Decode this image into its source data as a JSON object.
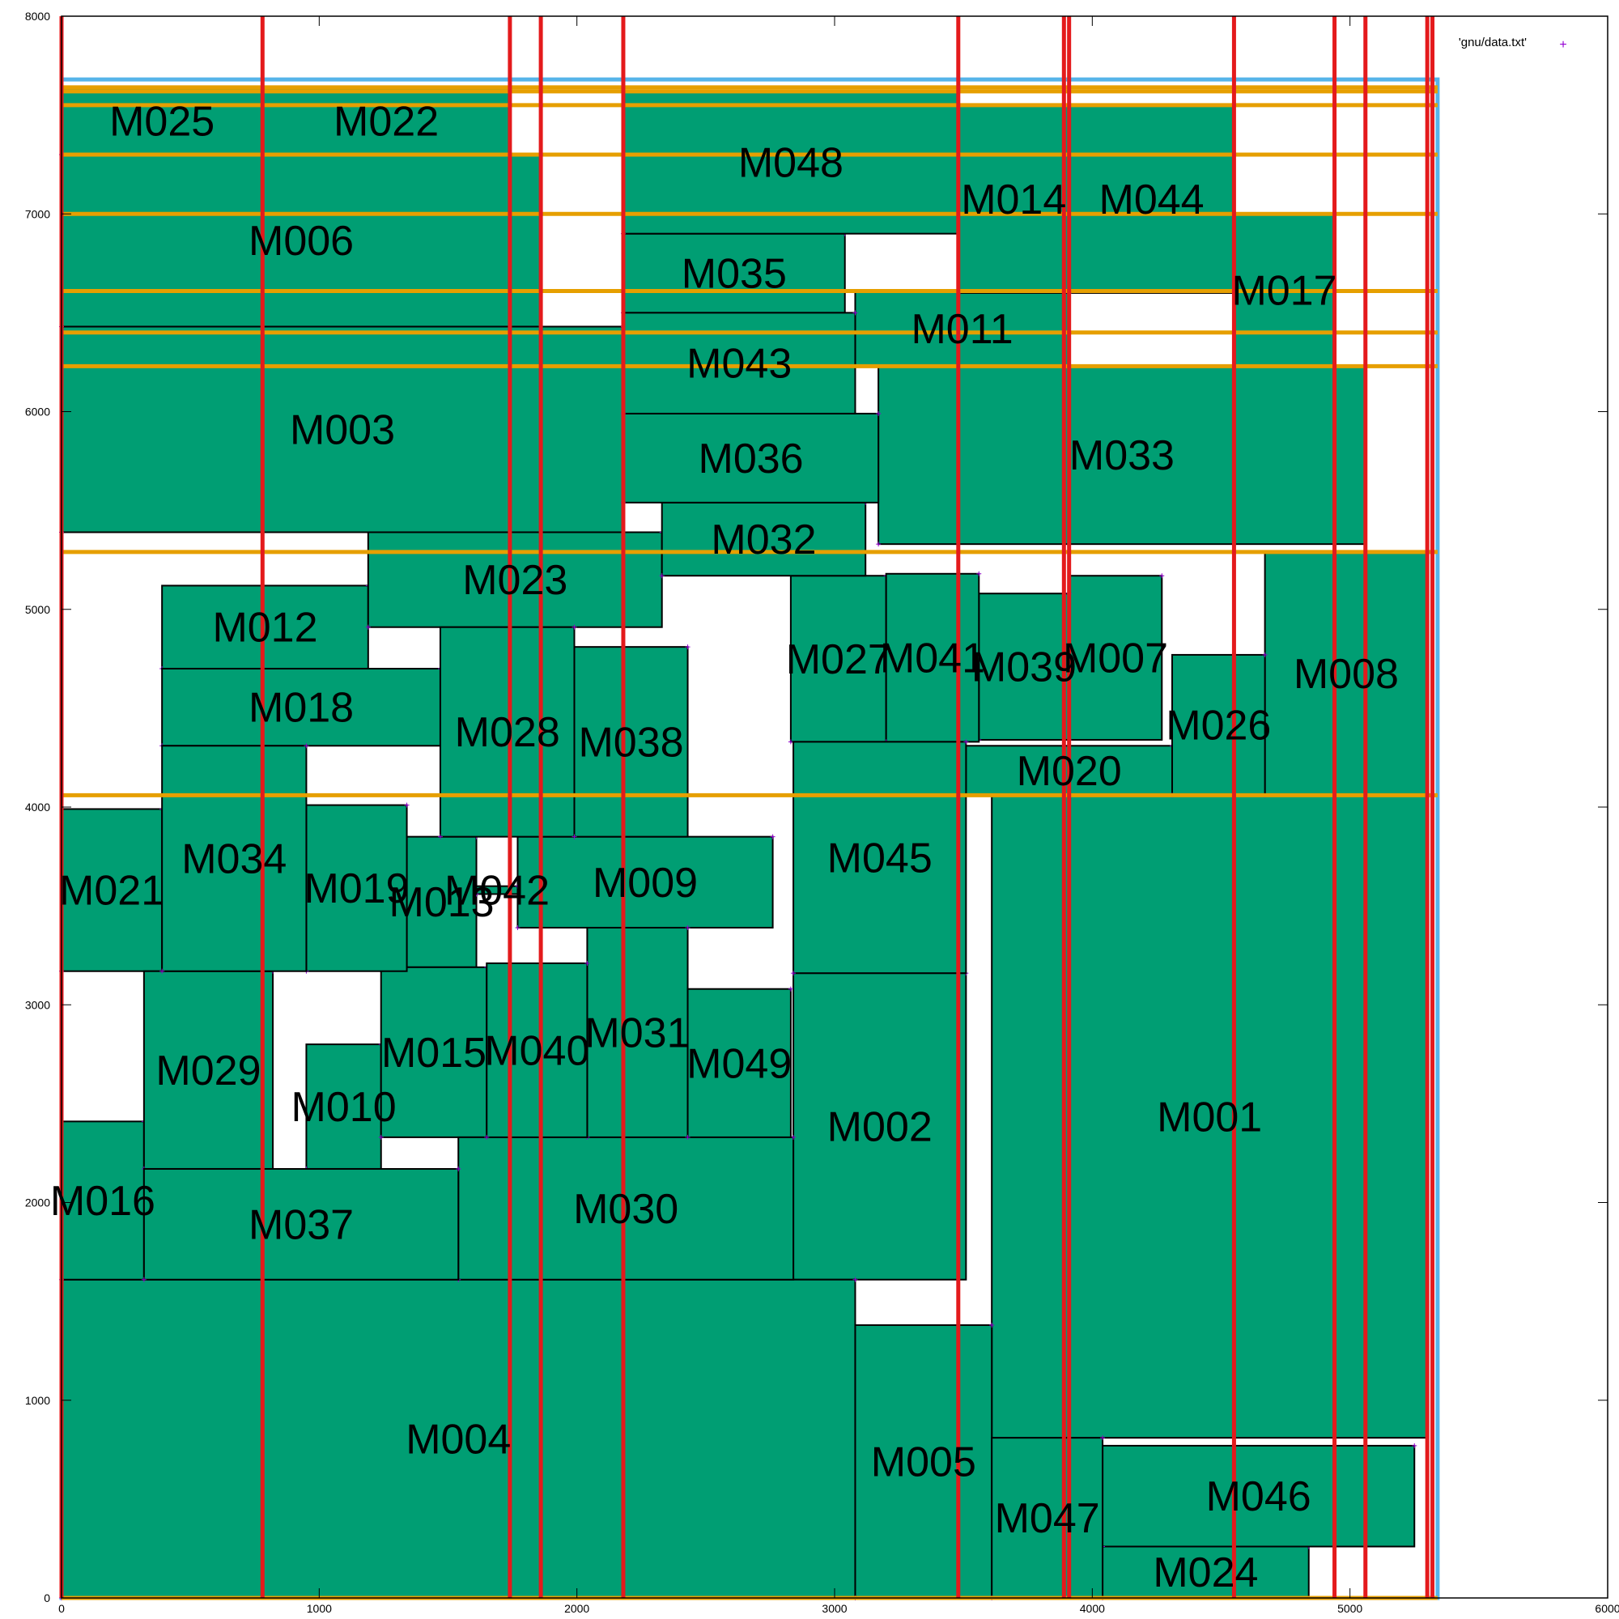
{
  "chart_data": {
    "type": "scatter",
    "title": "",
    "xlabel": "",
    "ylabel": "",
    "xlim": [
      0,
      6000
    ],
    "ylim": [
      0,
      8000
    ],
    "xticks": [
      0,
      1000,
      2000,
      3000,
      4000,
      5000,
      6000
    ],
    "yticks": [
      0,
      1000,
      2000,
      3000,
      4000,
      5000,
      6000,
      7000,
      8000
    ],
    "tick_labels_x": [
      "0",
      "1000",
      "2000",
      "3000",
      "4000",
      "5000",
      "6000"
    ],
    "tick_labels_y": [
      "0",
      "1000",
      "2000",
      "3000",
      "4000",
      "5000",
      "6000",
      "7000",
      "8000"
    ],
    "legend": {
      "label": "'gnu/data.txt'",
      "placement": "top-right",
      "marker": "+"
    },
    "grid": false,
    "colors": {
      "block_fill": "#009e73",
      "block_stroke": "#000000",
      "vertical_lines": "#e41a1c",
      "horizontal_lines": "#e69f00",
      "outline": "#56b4e9",
      "points": "#9400d3"
    },
    "outline_box": {
      "x0": 0,
      "y0": 0,
      "x1": 5340,
      "y1": 7680
    },
    "blocks": [
      {
        "name": "M001",
        "x0": 3610,
        "y0": 810,
        "x1": 5300,
        "y1": 4060
      },
      {
        "name": "M002",
        "x0": 2840,
        "y0": 1610,
        "x1": 3510,
        "y1": 3160
      },
      {
        "name": "M003",
        "x0": 0,
        "y0": 5390,
        "x1": 2180,
        "y1": 6430
      },
      {
        "name": "M004",
        "x0": 0,
        "y0": 0,
        "x1": 3080,
        "y1": 1610
      },
      {
        "name": "M005",
        "x0": 3080,
        "y0": 0,
        "x1": 3610,
        "y1": 1380
      },
      {
        "name": "M006",
        "x0": 0,
        "y0": 6430,
        "x1": 1860,
        "y1": 7300
      },
      {
        "name": "M007",
        "x0": 3910,
        "y0": 4340,
        "x1": 4270,
        "y1": 5170
      },
      {
        "name": "M008",
        "x0": 4670,
        "y0": 4060,
        "x1": 5300,
        "y1": 5290
      },
      {
        "name": "M009",
        "x0": 1770,
        "y0": 3390,
        "x1": 2760,
        "y1": 3850
      },
      {
        "name": "M010",
        "x0": 950,
        "y0": 2170,
        "x1": 1240,
        "y1": 2800
      },
      {
        "name": "M011",
        "x0": 3080,
        "y0": 6230,
        "x1": 3910,
        "y1": 6610
      },
      {
        "name": "M012",
        "x0": 390,
        "y0": 4700,
        "x1": 1190,
        "y1": 5120
      },
      {
        "name": "M013",
        "x0": 1340,
        "y0": 3190,
        "x1": 1610,
        "y1": 3850
      },
      {
        "name": "M014",
        "x0": 3480,
        "y0": 6600,
        "x1": 3910,
        "y1": 7550
      },
      {
        "name": "M015",
        "x0": 1240,
        "y0": 2330,
        "x1": 1650,
        "y1": 3190
      },
      {
        "name": "M016",
        "x0": 0,
        "y0": 1610,
        "x1": 320,
        "y1": 2410
      },
      {
        "name": "M017",
        "x0": 4550,
        "y0": 6230,
        "x1": 4940,
        "y1": 7000
      },
      {
        "name": "M018",
        "x0": 390,
        "y0": 4310,
        "x1": 1470,
        "y1": 4700
      },
      {
        "name": "M019",
        "x0": 950,
        "y0": 3170,
        "x1": 1340,
        "y1": 4010
      },
      {
        "name": "M020",
        "x0": 3510,
        "y0": 4060,
        "x1": 4310,
        "y1": 4310
      },
      {
        "name": "M021",
        "x0": 0,
        "y0": 3170,
        "x1": 390,
        "y1": 3990
      },
      {
        "name": "M022",
        "x0": 780,
        "y0": 7300,
        "x1": 1740,
        "y1": 7640
      },
      {
        "name": "M023",
        "x0": 1190,
        "y0": 4910,
        "x1": 2330,
        "y1": 5390
      },
      {
        "name": "M024",
        "x0": 4040,
        "y0": 0,
        "x1": 4840,
        "y1": 260
      },
      {
        "name": "M025",
        "x0": 0,
        "y0": 7300,
        "x1": 780,
        "y1": 7640
      },
      {
        "name": "M026",
        "x0": 4310,
        "y0": 4060,
        "x1": 4670,
        "y1": 4770
      },
      {
        "name": "M027",
        "x0": 2830,
        "y0": 4330,
        "x1": 3200,
        "y1": 5170
      },
      {
        "name": "M028",
        "x0": 1470,
        "y0": 3850,
        "x1": 1990,
        "y1": 4910
      },
      {
        "name": "M029",
        "x0": 320,
        "y0": 2170,
        "x1": 820,
        "y1": 3170
      },
      {
        "name": "M030",
        "x0": 1540,
        "y0": 1610,
        "x1": 2840,
        "y1": 2330
      },
      {
        "name": "M031",
        "x0": 2040,
        "y0": 2330,
        "x1": 2430,
        "y1": 3390
      },
      {
        "name": "M032",
        "x0": 2330,
        "y0": 5170,
        "x1": 3120,
        "y1": 5540
      },
      {
        "name": "M033",
        "x0": 3170,
        "y0": 5330,
        "x1": 5060,
        "y1": 6230
      },
      {
        "name": "M034",
        "x0": 390,
        "y0": 3170,
        "x1": 950,
        "y1": 4310
      },
      {
        "name": "M035",
        "x0": 2180,
        "y0": 6500,
        "x1": 3040,
        "y1": 6900
      },
      {
        "name": "M036",
        "x0": 2180,
        "y0": 5540,
        "x1": 3170,
        "y1": 5990
      },
      {
        "name": "M037",
        "x0": 320,
        "y0": 1610,
        "x1": 1540,
        "y1": 2170
      },
      {
        "name": "M038",
        "x0": 1990,
        "y0": 3850,
        "x1": 2430,
        "y1": 4810
      },
      {
        "name": "M039",
        "x0": 3560,
        "y0": 4340,
        "x1": 3910,
        "y1": 5080
      },
      {
        "name": "M040",
        "x0": 1650,
        "y0": 2330,
        "x1": 2040,
        "y1": 3210
      },
      {
        "name": "M041",
        "x0": 3200,
        "y0": 4330,
        "x1": 3560,
        "y1": 5180
      },
      {
        "name": "M042",
        "x0": 1610,
        "y0": 3560,
        "x1": 1770,
        "y1": 3600
      },
      {
        "name": "M043",
        "x0": 2180,
        "y0": 5990,
        "x1": 3080,
        "y1": 6500
      },
      {
        "name": "M044",
        "x0": 3910,
        "y0": 6600,
        "x1": 4550,
        "y1": 7550
      },
      {
        "name": "M045",
        "x0": 2840,
        "y0": 3160,
        "x1": 3510,
        "y1": 4330
      },
      {
        "name": "M046",
        "x0": 4040,
        "y0": 260,
        "x1": 5250,
        "y1": 770
      },
      {
        "name": "M047",
        "x0": 3610,
        "y0": 0,
        "x1": 4040,
        "y1": 810
      },
      {
        "name": "M048",
        "x0": 2180,
        "y0": 6900,
        "x1": 3480,
        "y1": 7620
      },
      {
        "name": "M049",
        "x0": 2430,
        "y0": 2330,
        "x1": 2830,
        "y1": 3080
      }
    ],
    "vertical_lines_x": [
      0,
      780,
      1740,
      1860,
      2180,
      3480,
      3890,
      3910,
      4550,
      4940,
      5060,
      5300,
      5320
    ],
    "horizontal_lines_y": [
      0,
      4060,
      5290,
      6230,
      6400,
      6610,
      7000,
      7300,
      7550,
      7620,
      7640
    ]
  }
}
